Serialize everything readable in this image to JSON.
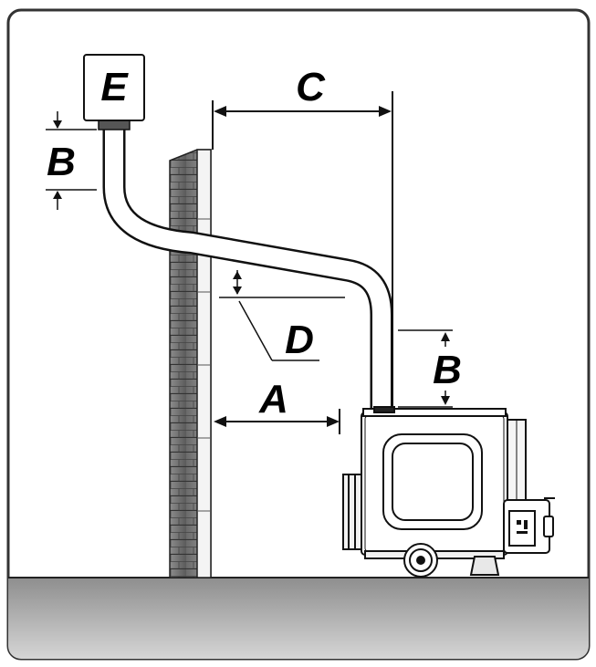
{
  "labels": {
    "e": "E",
    "b_top": "B",
    "c": "C",
    "d": "D",
    "b_right": "B",
    "a": "A"
  },
  "colors": {
    "frame": "#333333",
    "outline": "#111111",
    "brick_dark": "#4a4a4a",
    "brick_light": "#9a9a9a",
    "ground_top": "#8e8e8e",
    "ground_bottom": "#d6d6d6"
  }
}
